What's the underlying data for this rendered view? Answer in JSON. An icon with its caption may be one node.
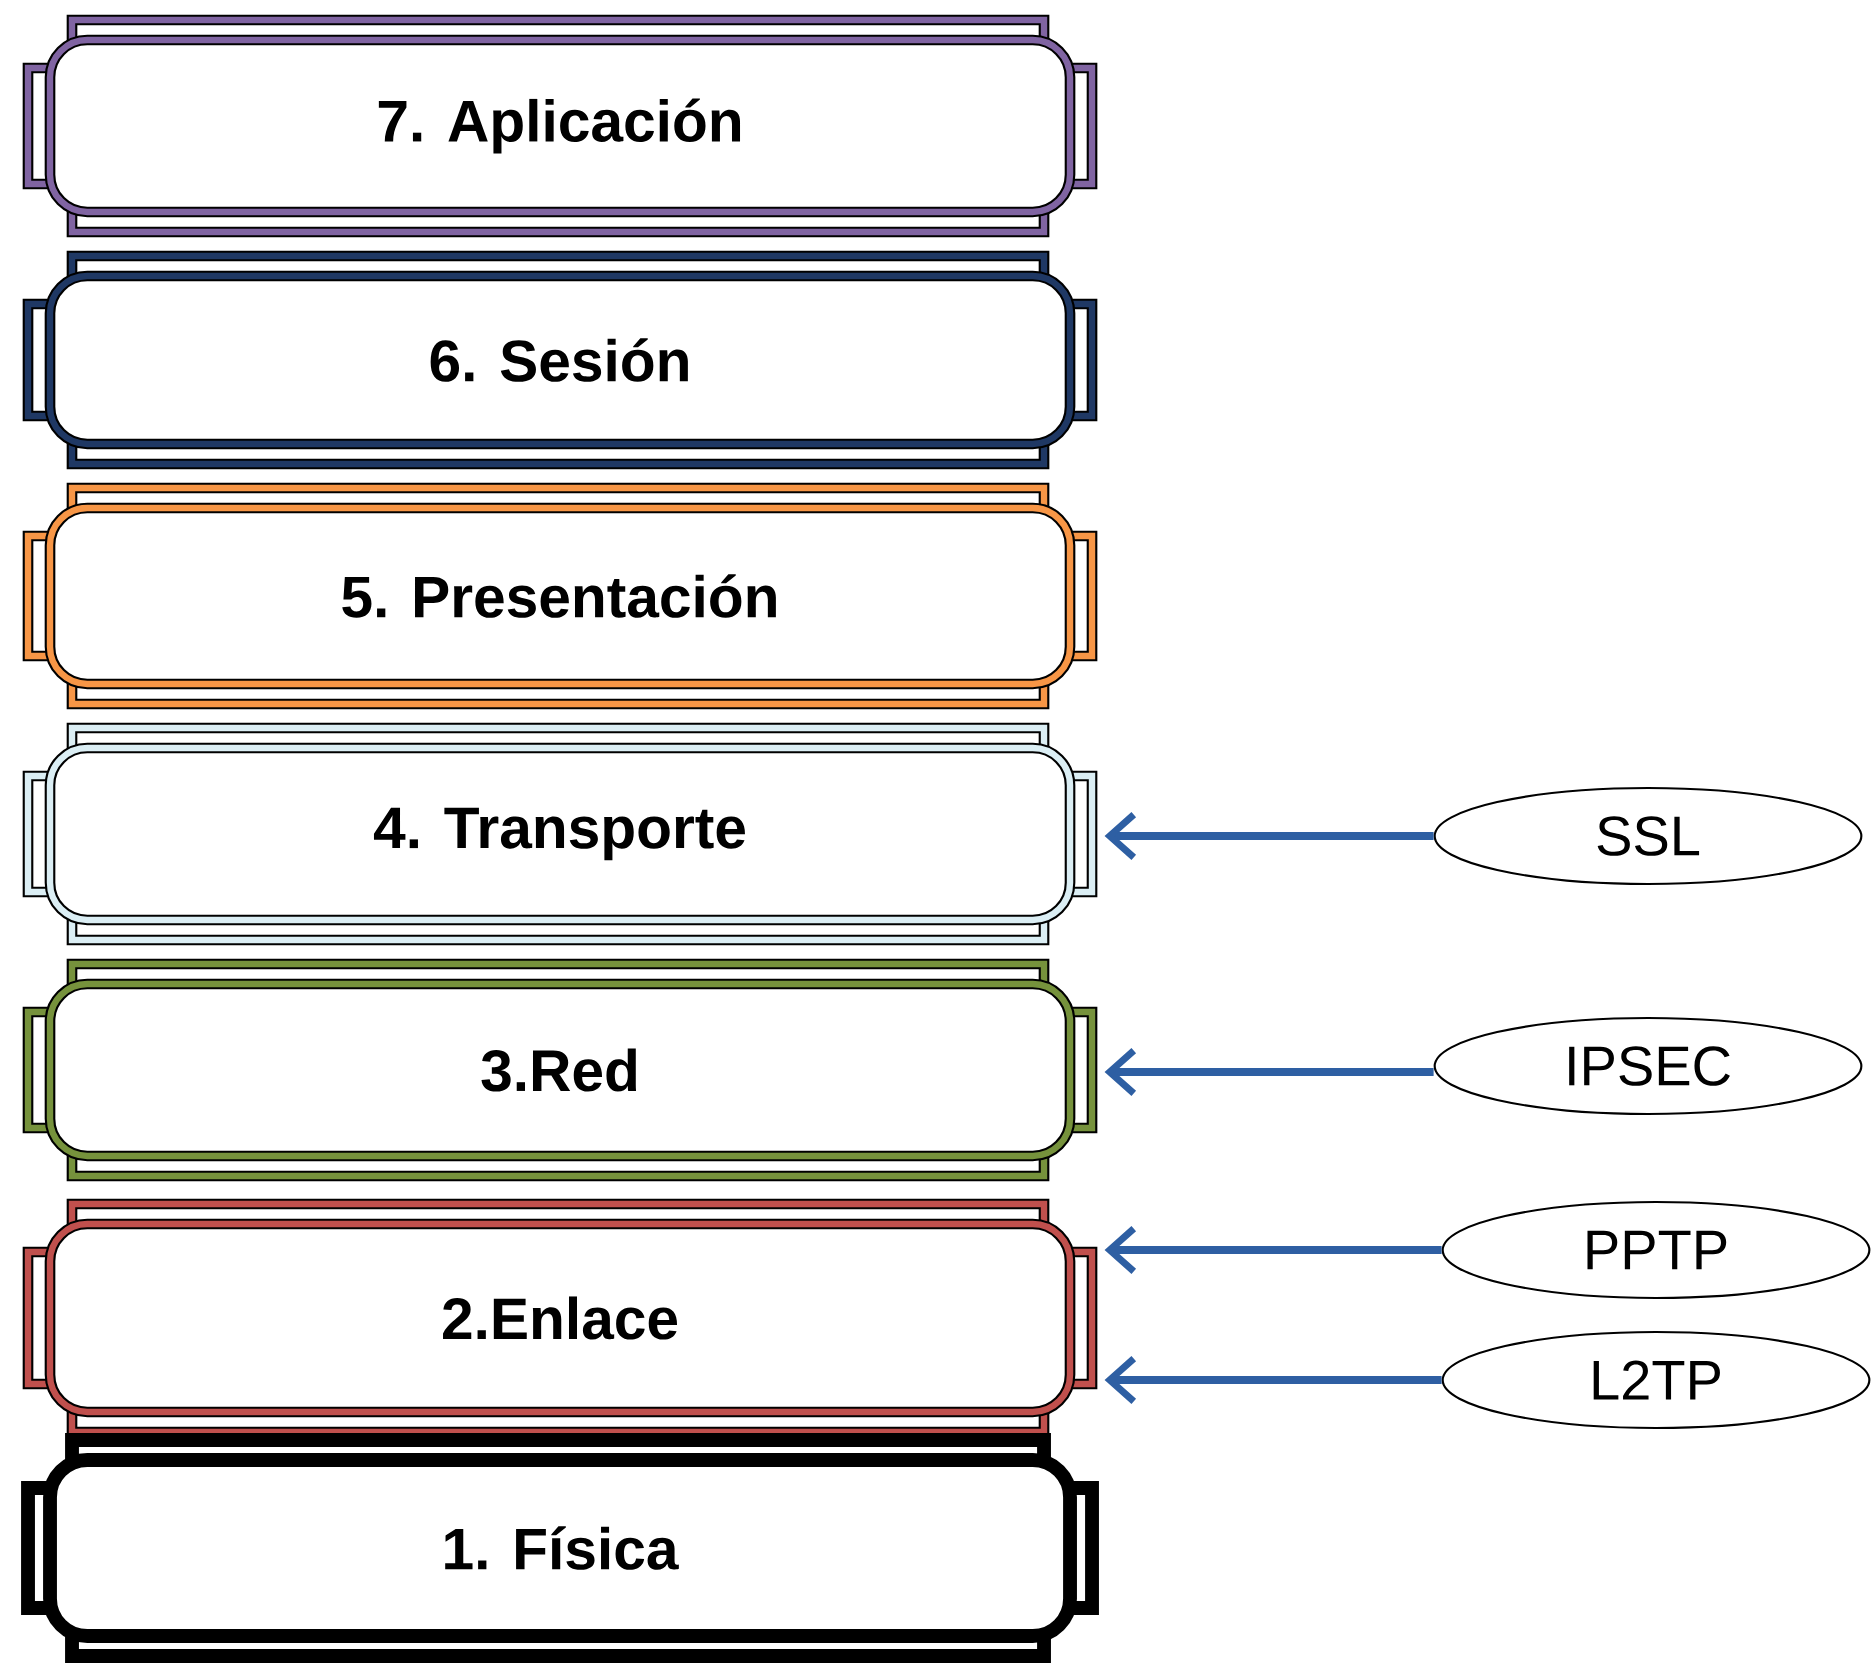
{
  "diagram": {
    "nodes": [
      {
        "text": [
          "7. Aplicación"
        ]
      },
      {
        "text": [
          "6. Sesión"
        ]
      },
      {
        "text": [
          "5. Presentación"
        ]
      },
      {
        "text": [
          "4. Transporte"
        ]
      },
      {
        "text": [
          "3.Red"
        ]
      },
      {
        "text": [
          "2.Enlace"
        ]
      },
      {
        "text": [
          "1. Física"
        ]
      },
      {
        "text": [
          "SSL"
        ]
      },
      {
        "text": [
          "IPSEC"
        ]
      },
      {
        "text": [
          "PPTP"
        ]
      },
      {
        "text": [
          "L2TP"
        ]
      }
    ],
    "edges": [
      {
        "from": 7,
        "to": 3,
        "arrow": "to"
      },
      {
        "from": 8,
        "to": 4,
        "arrow": "to"
      },
      {
        "from": 9,
        "to": 5,
        "arrow": "to"
      },
      {
        "from": 10,
        "to": 5,
        "arrow": "to"
      }
    ]
  }
}
